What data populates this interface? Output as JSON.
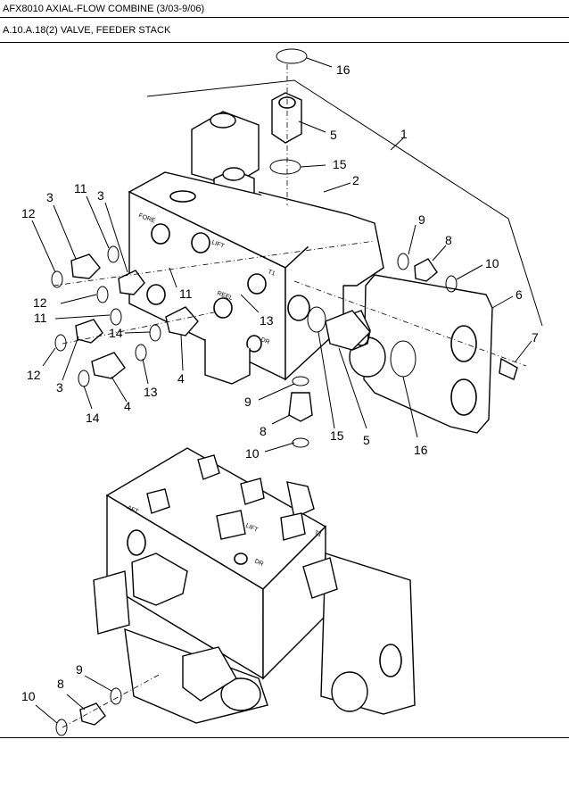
{
  "header": {
    "model": "AFX8010 AXIAL-FLOW COMBINE (3/03-9/06)",
    "section": "A.10.A.18(2) VALVE, FEEDER STACK"
  },
  "diagram": {
    "callouts": {
      "c1": "1",
      "c16a": "16",
      "c5a": "5",
      "c15a": "15",
      "c2": "2",
      "c11a": "11",
      "c3a": "3",
      "c3b": "3",
      "c12a": "12",
      "c9a": "9",
      "c8a": "8",
      "c10a": "10",
      "c6": "6",
      "c7": "7",
      "c12b": "12",
      "c11b": "11",
      "c11c": "11",
      "c13a": "13",
      "c14a": "14",
      "c12c": "12",
      "c3c": "3",
      "c4a": "4",
      "c13b": "13",
      "c4b": "4",
      "c14b": "14",
      "c9b": "9",
      "c8b": "8",
      "c15b": "15",
      "c5b": "5",
      "c16b": "16",
      "c10b": "10",
      "c9c": "9",
      "c8c": "8",
      "c10c": "10"
    },
    "port_labels": {
      "fore": "FORE",
      "lift": "LIFT",
      "t1": "T1",
      "reel": "REEL",
      "dr": "DR",
      "aft": "AFT",
      "lift2": "LIFT",
      "t1b": "T1",
      "dr2": "DR"
    }
  }
}
